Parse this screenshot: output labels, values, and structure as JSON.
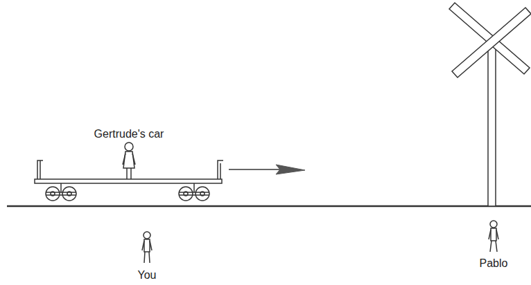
{
  "diagram": {
    "labels": [
      "Gertrude's car",
      "You",
      "Pablo"
    ]
  }
}
